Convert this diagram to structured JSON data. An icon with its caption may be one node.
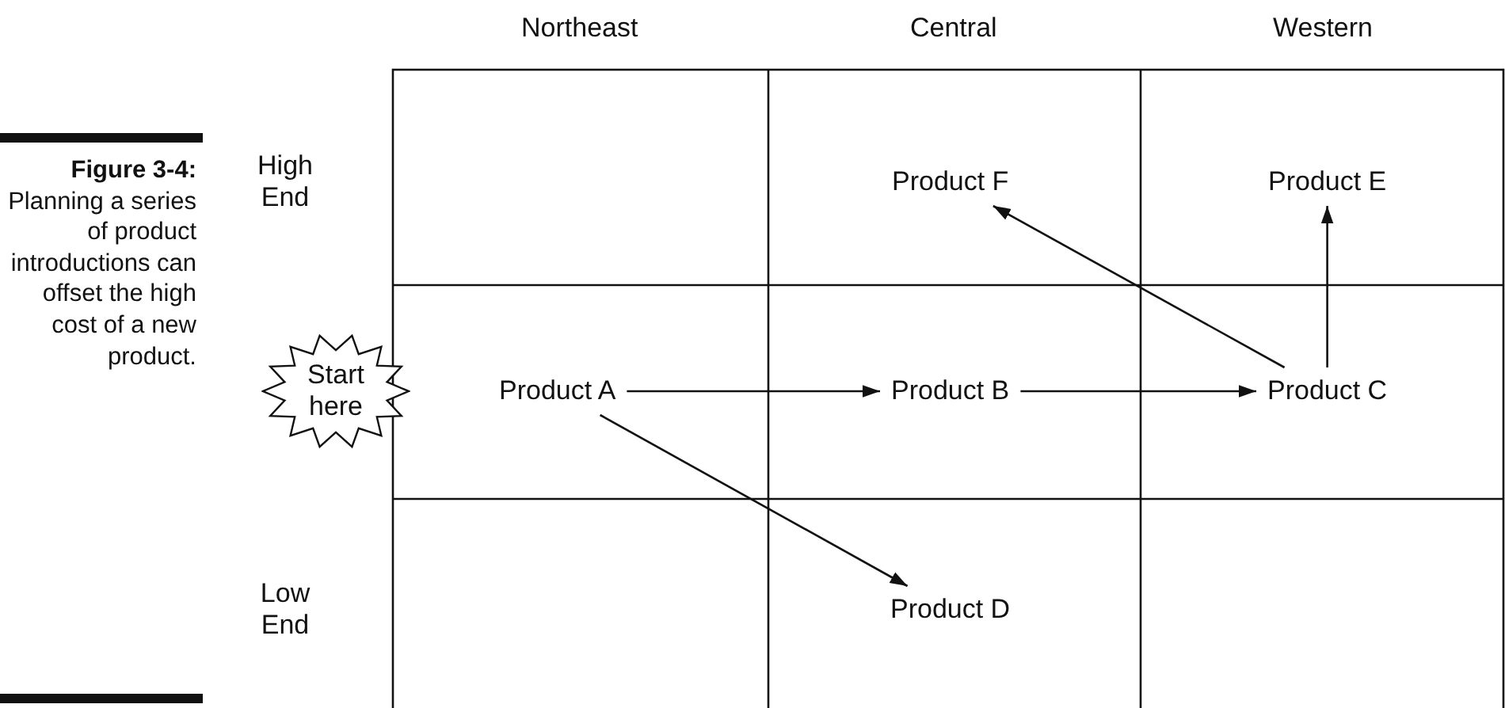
{
  "diagram": {
    "caption": "**Figure 3-4:** Planning a series of product introductions can offset the high cost of a new product.",
    "nodes": [
      {
        "text": [
          "Start here"
        ]
      },
      {
        "text": [
          "Product F"
        ]
      },
      {
        "text": [
          "Product E"
        ]
      },
      {
        "text": [
          "Product A"
        ]
      },
      {
        "text": [
          "Product B"
        ]
      },
      {
        "text": [
          "Product C"
        ]
      },
      {
        "text": [
          "Product D"
        ]
      }
    ],
    "edges": [
      {
        "from": 3,
        "to": 4,
        "arrow": "to"
      },
      {
        "from": 4,
        "to": 5,
        "arrow": "to"
      },
      {
        "from": 3,
        "to": 6,
        "arrow": "to"
      },
      {
        "from": 5,
        "to": 1,
        "arrow": "to"
      },
      {
        "from": 5,
        "to": 2,
        "arrow": "to"
      }
    ],
    "labels": [
      "Northeast",
      "Central",
      "Western",
      "High End",
      "Low End"
    ]
  }
}
